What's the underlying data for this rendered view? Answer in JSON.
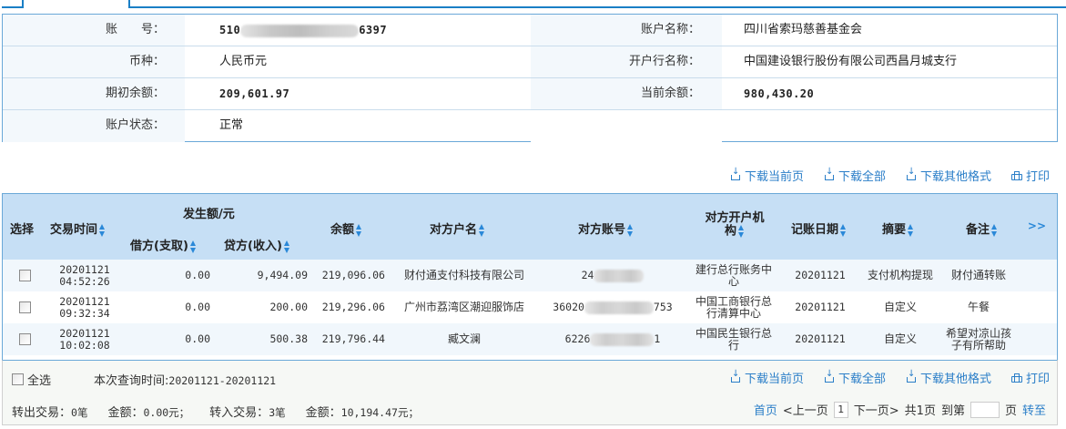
{
  "account_info": {
    "account_no_label": "账　　号：",
    "account_no_prefix": "510",
    "account_no_suffix": "6397",
    "account_name_label": "账户名称：",
    "account_name": "四川省索玛慈善基金会",
    "currency_label": "币种：",
    "currency": "人民币元",
    "bank_label": "开户行名称：",
    "bank": "中国建设银行股份有限公司西昌月城支行",
    "opening_balance_label": "期初余额：",
    "opening_balance": "209,601.97",
    "current_balance_label": "当前余额：",
    "current_balance": "980,430.20",
    "status_label": "账户状态：",
    "status": "正常"
  },
  "actions": {
    "download_page": "下载当前页",
    "download_all": "下载全部",
    "download_other": "下载其他格式",
    "print": "打印"
  },
  "table": {
    "headers": {
      "select": "选择",
      "time": "交易时间",
      "amount_group": "发生额/元",
      "debit": "借方(支取)",
      "credit": "贷方(收入)",
      "balance": "余额",
      "counterparty": "对方户名",
      "counterparty_account": "对方账号",
      "counterparty_bank": "对方开户机构",
      "post_date": "记账日期",
      "summary": "摘要",
      "remark": "备注",
      "more": ">>"
    },
    "rows": [
      {
        "date": "20201121",
        "time": "04:52:26",
        "debit": "0.00",
        "credit": "9,494.09",
        "balance": "219,096.06",
        "counterparty": "财付通支付科技有限公司",
        "account_prefix": "24",
        "account_suffix": "",
        "bank": "建行总行账务中心",
        "post_date": "20201121",
        "summary": "支付机构提现",
        "remark": "财付通转账"
      },
      {
        "date": "20201121",
        "time": "09:32:34",
        "debit": "0.00",
        "credit": "200.00",
        "balance": "219,296.06",
        "counterparty": "广州市荔湾区潮迎服饰店",
        "account_prefix": "36020",
        "account_suffix": "753",
        "bank": "中国工商银行总行清算中心",
        "post_date": "20201121",
        "summary": "自定义",
        "remark": "午餐"
      },
      {
        "date": "20201121",
        "time": "10:02:08",
        "debit": "0.00",
        "credit": "500.38",
        "balance": "219,796.44",
        "counterparty": "臧文澜",
        "account_prefix": "6226",
        "account_suffix": "1",
        "bank": "中国民生银行总行",
        "post_date": "20201121",
        "summary": "自定义",
        "remark": "希望对凉山孩子有所帮助"
      }
    ]
  },
  "footer": {
    "select_all": "全选",
    "query_time_label": "本次查询时间:",
    "query_time": "20201121-20201121",
    "out_label": "转出交易：",
    "out_count": "0笔",
    "out_amount_label": "金额：",
    "out_amount": "0.00元；",
    "in_label": "转入交易：",
    "in_count": "3笔",
    "in_amount_label": "金额：",
    "in_amount": "10,194.47元；"
  },
  "pager": {
    "first": "首页",
    "prev": "<上一页",
    "current": "1",
    "next": "下一页>",
    "total": "共1页",
    "goto_label": "到第",
    "page_unit": "页",
    "go": "转至",
    "goto_value": ""
  },
  "colors": {
    "accent": "#1a7fc6",
    "link": "#2a7ec8",
    "header_bg": "#c6dff5",
    "border": "#6aa8d8"
  }
}
